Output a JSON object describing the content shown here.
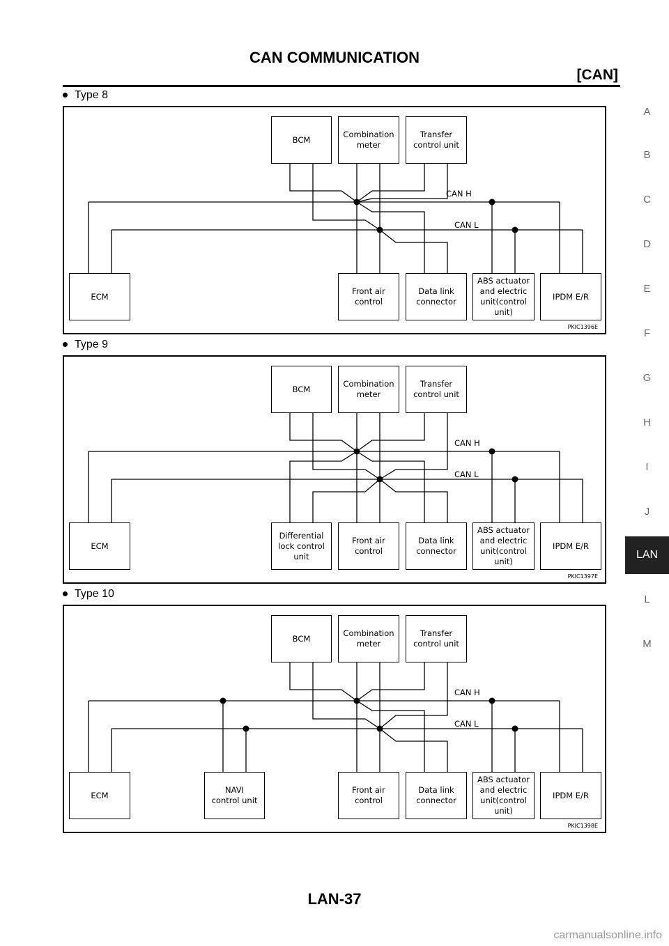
{
  "header": {
    "title": "CAN COMMUNICATION",
    "section": "[CAN]"
  },
  "side_tabs": [
    "A",
    "B",
    "C",
    "D",
    "E",
    "F",
    "G",
    "H",
    "I",
    "J",
    "LAN",
    "L",
    "M"
  ],
  "active_tab": "LAN",
  "footer": {
    "page": "LAN-37",
    "watermark": "carmanualsonline.info"
  },
  "diagrams": [
    {
      "type_label": "Type 8",
      "boxes": {
        "bcm": "BCM",
        "combination_meter": "Combination\nmeter",
        "transfer": "Transfer\ncontrol unit",
        "ecm": "ECM",
        "front_air": "Front air\ncontrol",
        "data_link": "Data link\nconnector",
        "abs": "ABS actuator\nand electric\nunit(control\nunit)",
        "ipdm": "IPDM E/R"
      },
      "can_h": "CAN H",
      "can_l": "CAN L",
      "code": "PKIC1396E"
    },
    {
      "type_label": "Type 9",
      "boxes": {
        "bcm": "BCM",
        "combination_meter": "Combination\nmeter",
        "transfer": "Transfer\ncontrol unit",
        "ecm": "ECM",
        "differential": "Differential\nlock control\nunit",
        "front_air": "Front air\ncontrol",
        "data_link": "Data link\nconnector",
        "abs": "ABS actuator\nand electric\nunit(control\nunit)",
        "ipdm": "IPDM E/R"
      },
      "can_h": "CAN H",
      "can_l": "CAN L",
      "code": "PKIC1397E"
    },
    {
      "type_label": "Type 10",
      "boxes": {
        "bcm": "BCM",
        "combination_meter": "Combination\nmeter",
        "transfer": "Transfer\ncontrol unit",
        "ecm": "ECM",
        "navi": "NAVI\ncontrol unit",
        "front_air": "Front air\ncontrol",
        "data_link": "Data link\nconnector",
        "abs": "ABS actuator\nand electric\nunit(control\nunit)",
        "ipdm": "IPDM E/R"
      },
      "can_h": "CAN H",
      "can_l": "CAN L",
      "code": "PKIC1398E"
    }
  ]
}
